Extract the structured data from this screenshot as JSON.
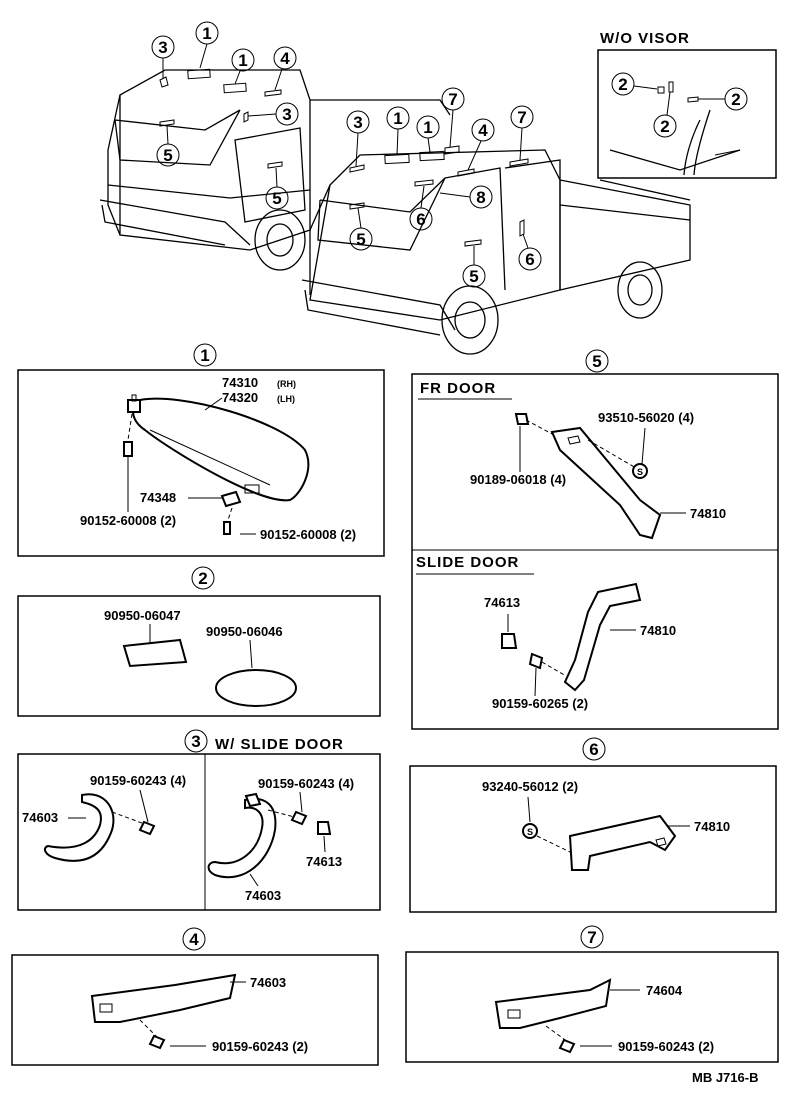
{
  "overview": {
    "visor_note": "W/O VISOR",
    "callouts_left": [
      "1",
      "1",
      "3",
      "4",
      "3",
      "5",
      "5"
    ],
    "callouts_right": [
      "7",
      "3",
      "1",
      "1",
      "4",
      "7",
      "8",
      "6",
      "5",
      "5",
      "6"
    ],
    "inset_callouts": [
      "2",
      "2",
      "2"
    ]
  },
  "sections": {
    "s1": {
      "number": "1",
      "visor_rh": "74310",
      "visor_rh_side": "(RH)",
      "visor_lh": "74320",
      "visor_lh_side": "(LH)",
      "holder": "74348",
      "screw_a": "90152-60008 (2)",
      "screw_b": "90152-60008 (2)"
    },
    "s2": {
      "number": "2",
      "label_a": "90950-06047",
      "label_b": "90950-06046"
    },
    "s3": {
      "number": "3",
      "heading": "W/ SLIDE  DOOR",
      "left_screw": "90159-60243 (4)",
      "left_grip": "74603",
      "right_screw": "90159-60243 (4)",
      "right_cap": "74613",
      "right_grip": "74603"
    },
    "s4": {
      "number": "4",
      "grip": "74603",
      "screw": "90159-60243 (2)"
    },
    "s5": {
      "number": "5",
      "fr_heading": "FR  DOOR",
      "fr_nut": "93510-56020 (4)",
      "fr_screw": "90189-06018 (4)",
      "fr_grip": "74810",
      "slide_heading": "SLIDE  DOOR",
      "slide_cap": "74613",
      "slide_grip": "74810",
      "slide_screw": "90159-60265 (2)"
    },
    "s6": {
      "number": "6",
      "nut": "93240-56012 (2)",
      "grip": "74810"
    },
    "s7": {
      "number": "7",
      "grip": "74604",
      "screw": "90159-60243 (2)"
    }
  },
  "footer": {
    "code": "MB  J716-B"
  }
}
